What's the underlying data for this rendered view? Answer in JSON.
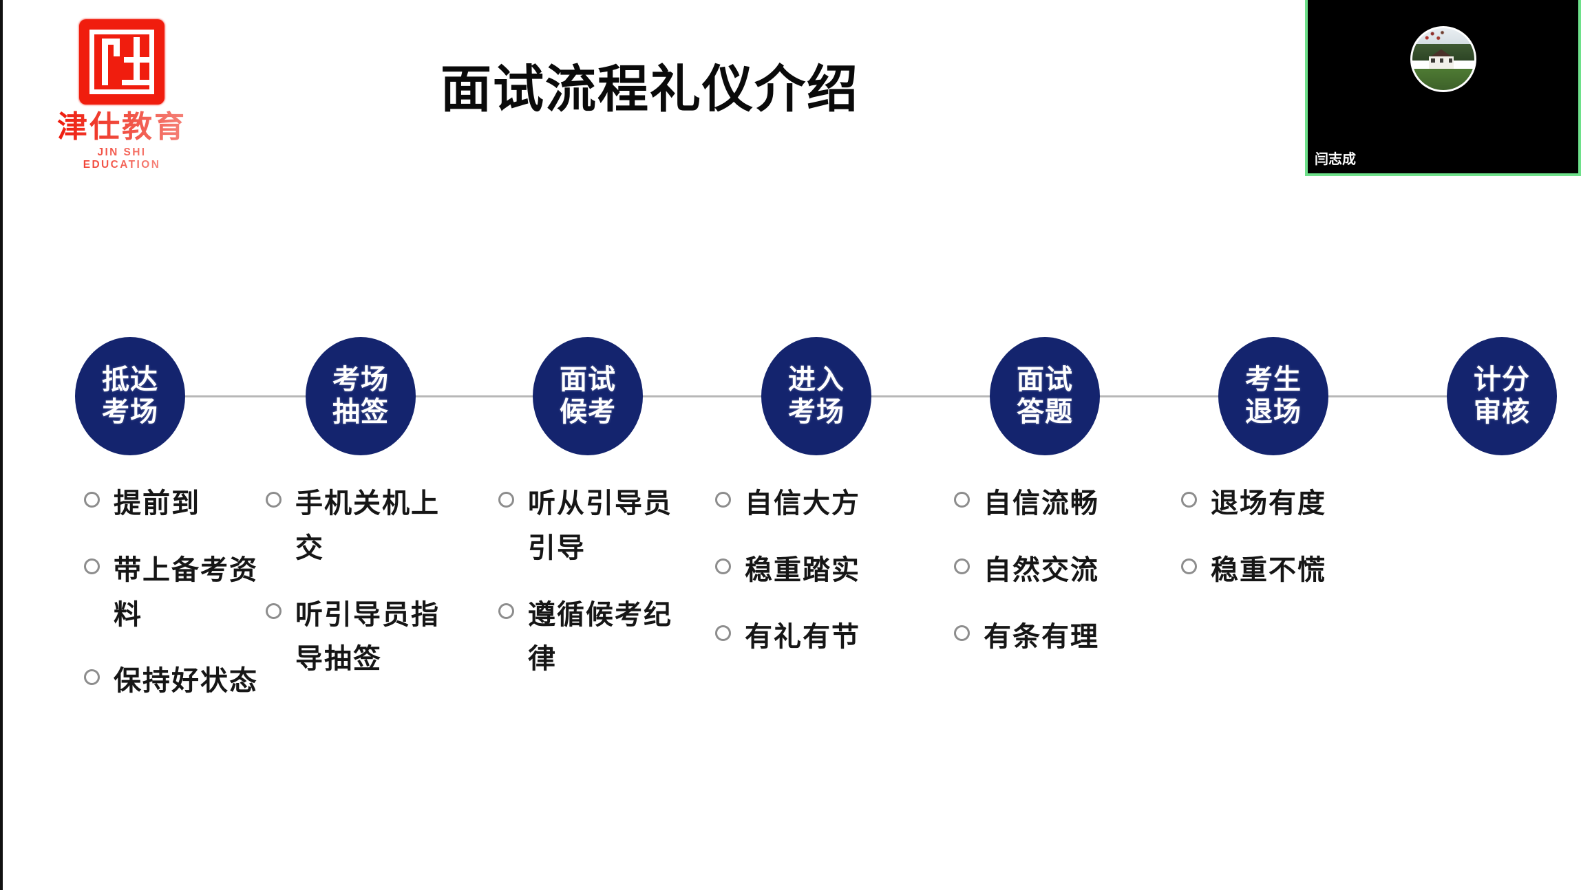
{
  "slide": {
    "title": "面试流程礼仪介绍",
    "background_color": "#ffffff",
    "logo": {
      "name_cn": "津仕教育",
      "name_en": "JIN SHI  EDUCATION",
      "seal_color": "#f01d0e",
      "text_color": "#f0392b"
    },
    "flow": {
      "node_color": "#14246e",
      "node_text_color": "#ffffff",
      "connector_color": "#aaaaaa",
      "nodes": [
        {
          "line1": "抵达",
          "line2": "考场"
        },
        {
          "line1": "考场",
          "line2": "抽签"
        },
        {
          "line1": "面试",
          "line2": "候考"
        },
        {
          "line1": "进入",
          "line2": "考场"
        },
        {
          "line1": "面试",
          "line2": "答题"
        },
        {
          "line1": "考生",
          "line2": "退场"
        },
        {
          "line1": "计分",
          "line2": "审核"
        }
      ]
    },
    "columns": [
      {
        "items": [
          "提前到",
          "带上备考资料",
          "保持好状态"
        ]
      },
      {
        "items": [
          "手机关机上交",
          "听引导员指导抽签"
        ]
      },
      {
        "items": [
          "听从引导员引导",
          "遵循候考纪律"
        ]
      },
      {
        "items": [
          "自信大方",
          "稳重踏实",
          "有礼有节"
        ]
      },
      {
        "items": [
          "自信流畅",
          "自然交流",
          "有条有理"
        ]
      },
      {
        "items": [
          "退场有度",
          "稳重不慌"
        ]
      },
      {
        "items": []
      }
    ]
  },
  "video_tile": {
    "participant_name": "闫志成",
    "background_color": "#000000",
    "active_speaker_border_color": "#6ee08a",
    "avatar_icon": "house-landscape-avatar"
  }
}
